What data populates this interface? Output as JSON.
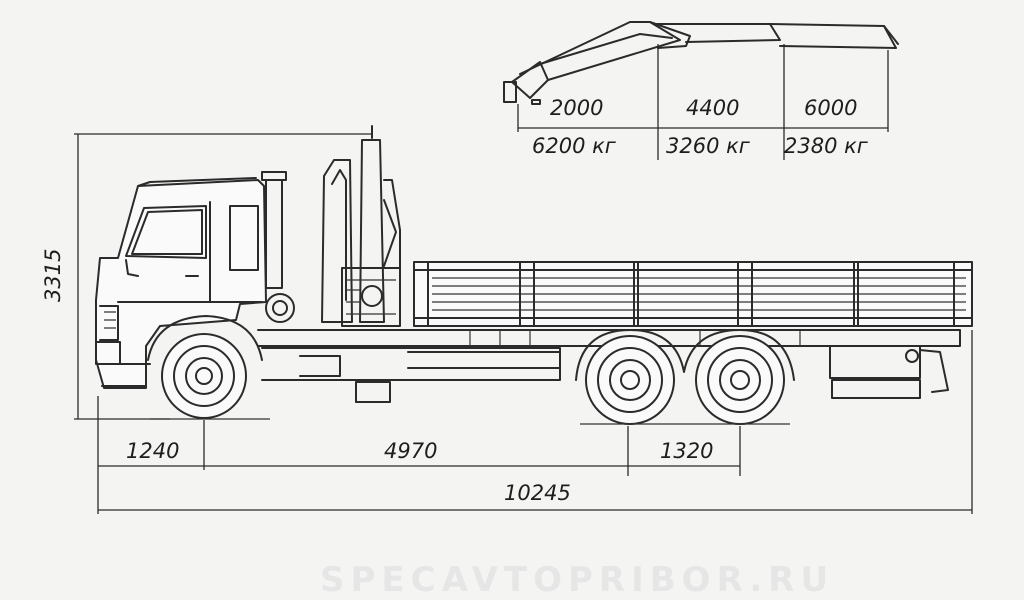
{
  "crane_reach": {
    "reach_mm": [
      "2000",
      "4400",
      "6000"
    ],
    "capacity": [
      "6200 кг",
      "3260 кг",
      "2380 кг"
    ]
  },
  "dimensions": {
    "height": "3315",
    "front_overhang": "1240",
    "wheelbase": "4970",
    "tandem_spacing": "1320",
    "overall_length": "10245"
  },
  "watermark": "SPECAVTOPRIBOR.RU"
}
